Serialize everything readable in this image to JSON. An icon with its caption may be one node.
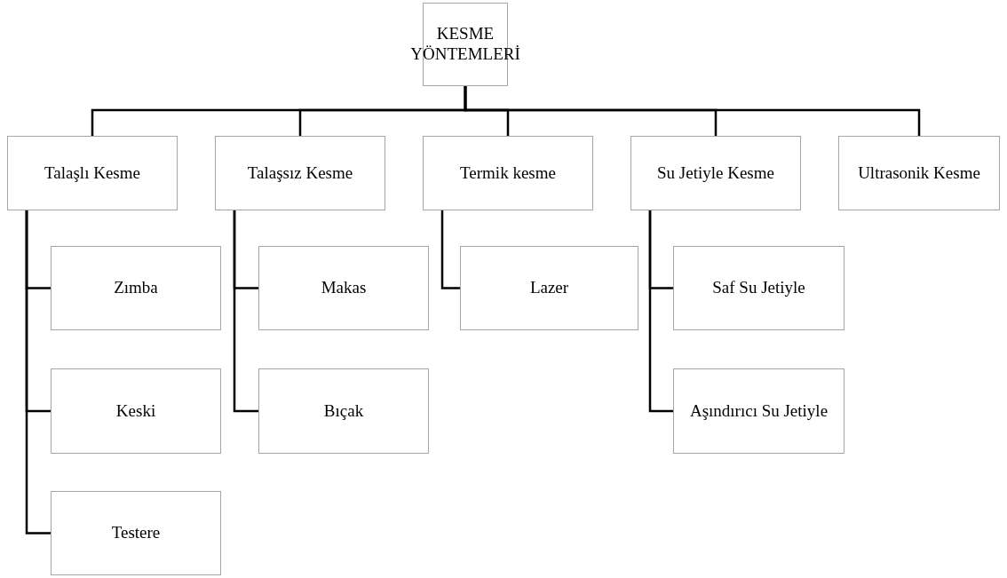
{
  "diagram": {
    "nodes": [
      {
        "text": [
          "KESME YÖNTEMLERİ"
        ]
      },
      {
        "text": [
          "Talaşlı Kesme"
        ]
      },
      {
        "text": [
          "Talaşsız Kesme"
        ]
      },
      {
        "text": [
          "Termik kesme"
        ]
      },
      {
        "text": [
          "Su Jetiyle Kesme"
        ]
      },
      {
        "text": [
          "Ultrasonik Kesme"
        ]
      },
      {
        "text": [
          "Zımba"
        ]
      },
      {
        "text": [
          "Keski"
        ]
      },
      {
        "text": [
          "Testere"
        ]
      },
      {
        "text": [
          "Makas"
        ]
      },
      {
        "text": [
          "Bıçak"
        ]
      },
      {
        "text": [
          "Lazer"
        ]
      },
      {
        "text": [
          "Saf Su Jetiyle"
        ]
      },
      {
        "text": [
          "Aşındırıcı Su Jetiyle"
        ]
      }
    ],
    "edges": [
      {
        "from": 0,
        "to": 1,
        "arrow": "none"
      },
      {
        "from": 0,
        "to": 2,
        "arrow": "none"
      },
      {
        "from": 0,
        "to": 3,
        "arrow": "none"
      },
      {
        "from": 0,
        "to": 4,
        "arrow": "none"
      },
      {
        "from": 0,
        "to": 5,
        "arrow": "none"
      },
      {
        "from": 1,
        "to": 6,
        "arrow": "none"
      },
      {
        "from": 1,
        "to": 7,
        "arrow": "none"
      },
      {
        "from": 1,
        "to": 8,
        "arrow": "none"
      },
      {
        "from": 2,
        "to": 9,
        "arrow": "none"
      },
      {
        "from": 2,
        "to": 10,
        "arrow": "none"
      },
      {
        "from": 3,
        "to": 11,
        "arrow": "none"
      },
      {
        "from": 4,
        "to": 12,
        "arrow": "none"
      },
      {
        "from": 4,
        "to": 13,
        "arrow": "none"
      }
    ]
  }
}
